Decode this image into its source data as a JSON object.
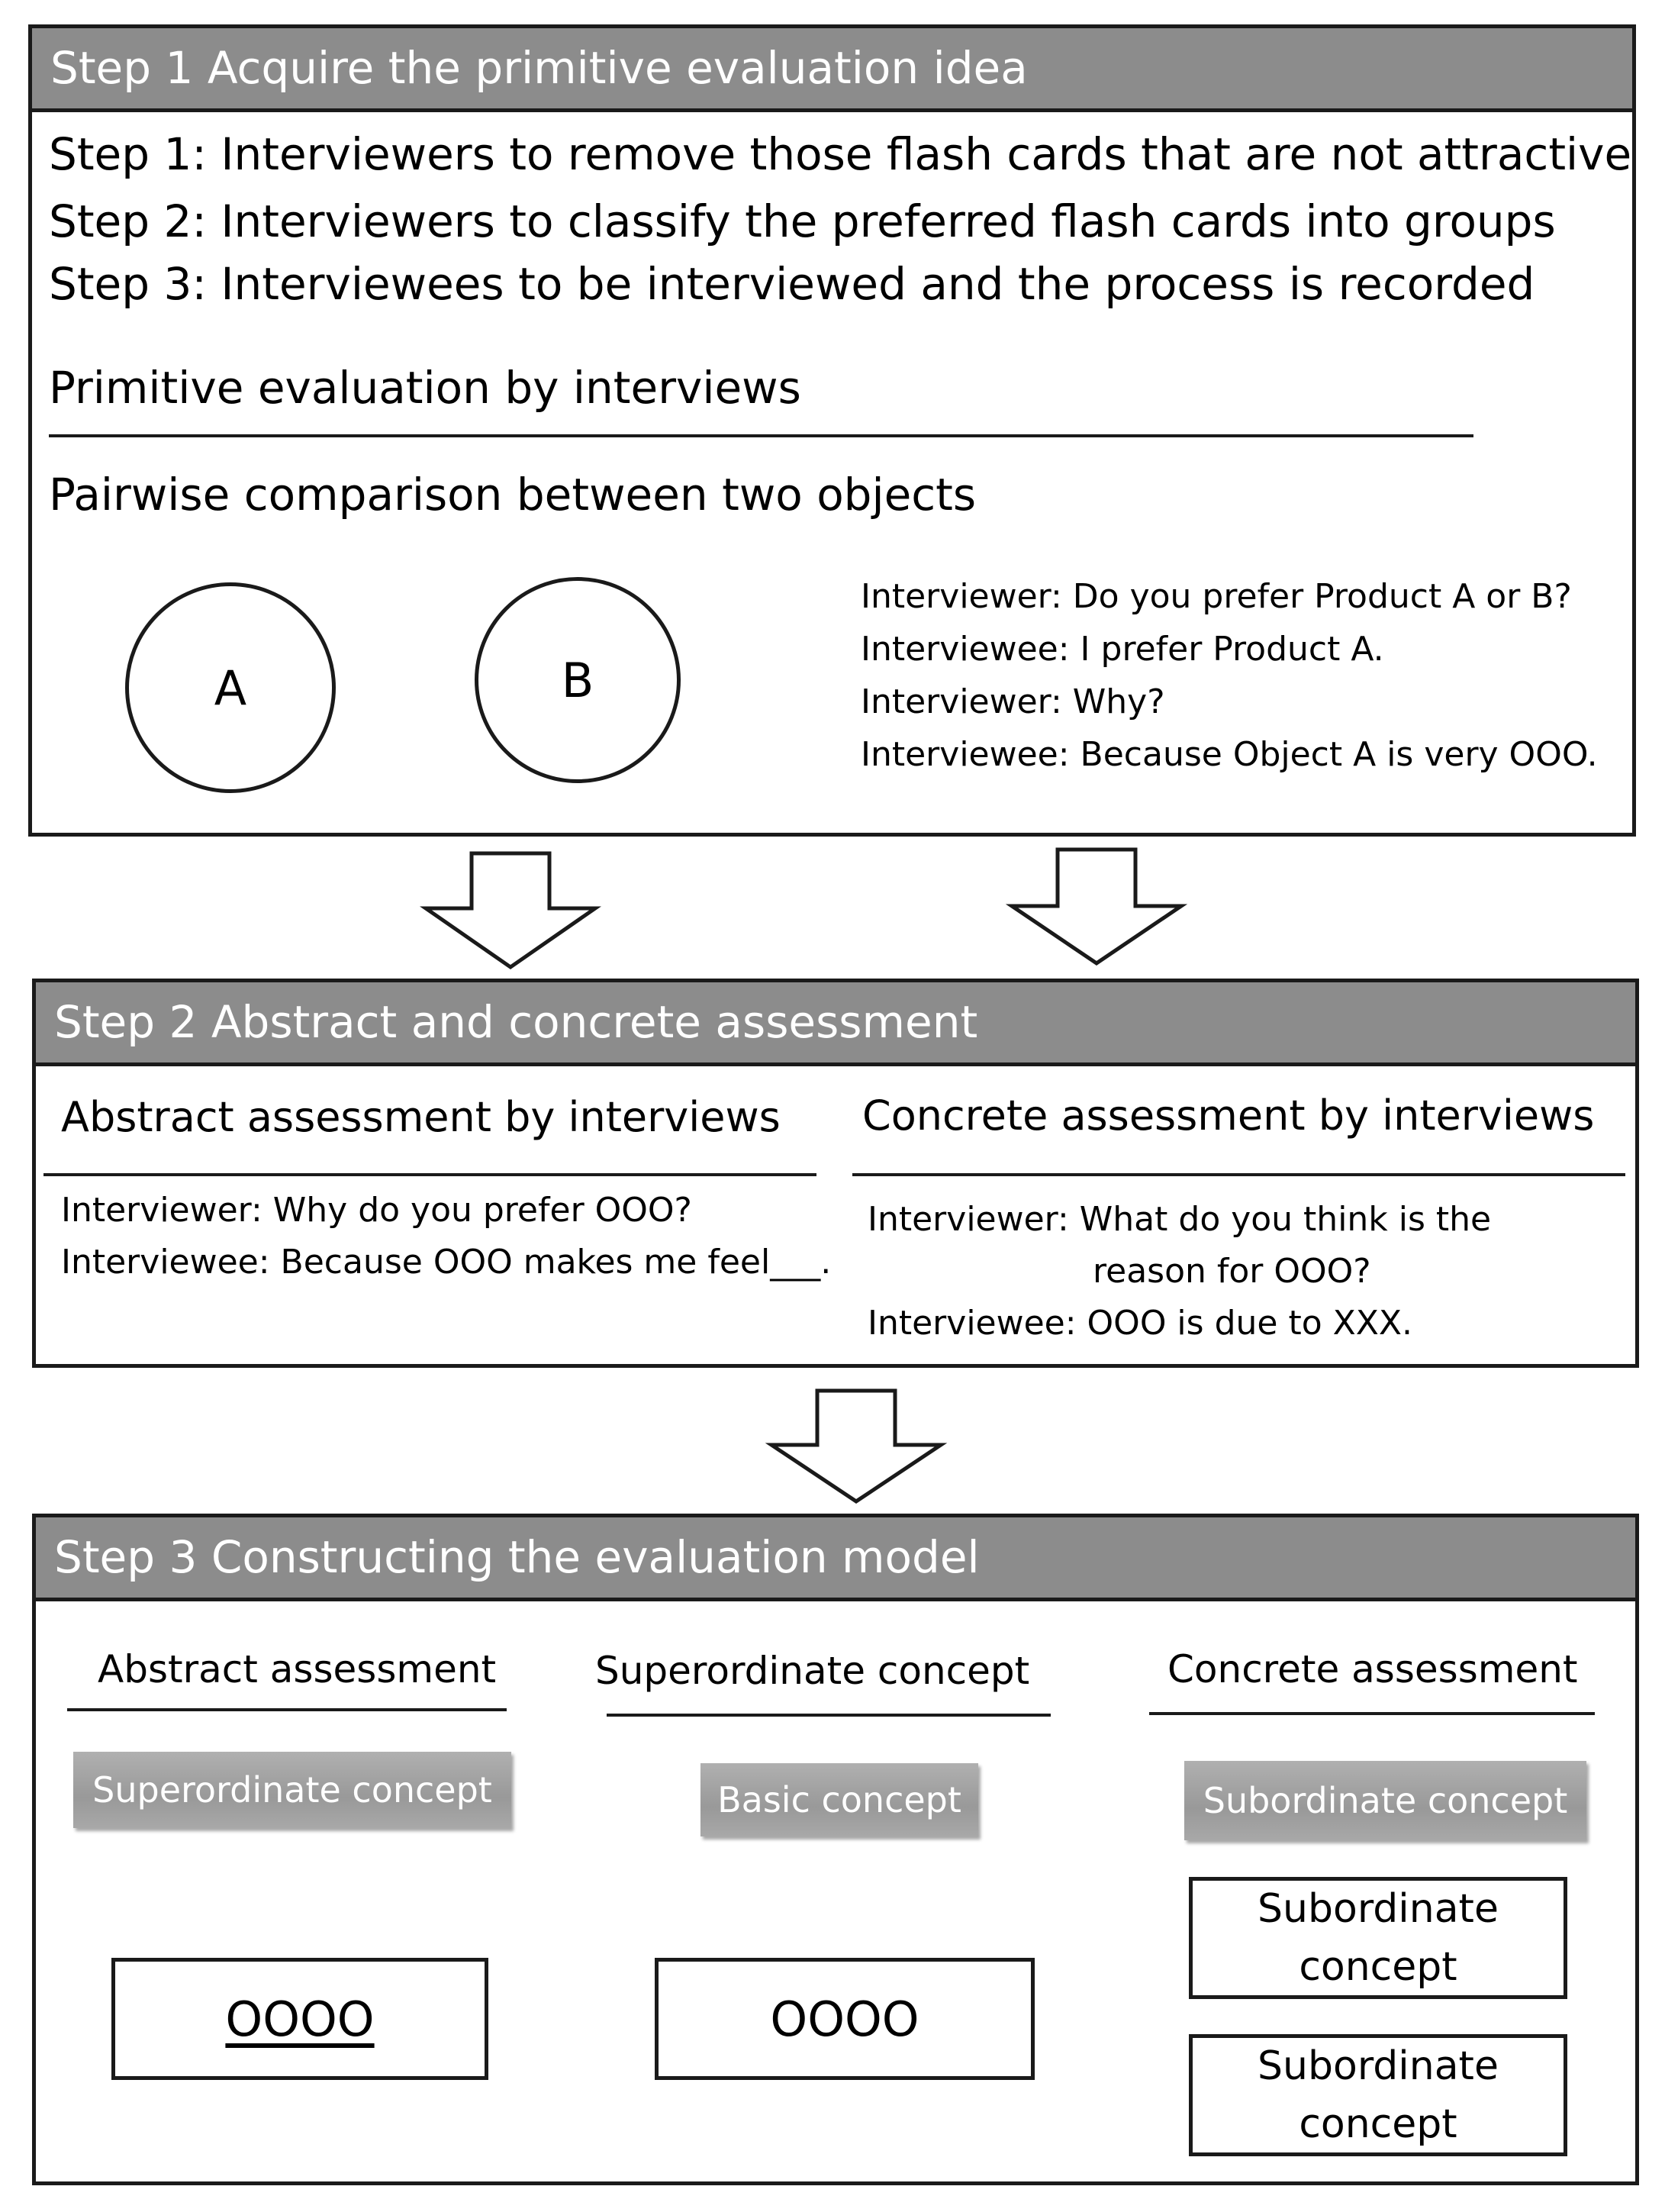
{
  "step1": {
    "header": "Step 1  Acquire the primitive evaluation idea",
    "lines": [
      "Step 1: Interviewers to remove those flash cards that are not attractive",
      "Step 2: Interviewers to classify the preferred flash cards into groups",
      "Step 3: Interviewees to be interviewed and the process is recorded"
    ],
    "primitive_heading": "Primitive evaluation by interviews",
    "pairwise_heading": "Pairwise comparison between two objects",
    "object_a": "A",
    "object_b": "B",
    "dialogue": [
      "Interviewer: Do you prefer Product A or B?",
      "Interviewee: I prefer Product A.",
      "Interviewer: Why?",
      "Interviewee: Because Object A is very OOO."
    ]
  },
  "step2": {
    "header": "Step 2  Abstract and concrete assessment",
    "abstract_heading": "Abstract assessment by interviews",
    "abstract_dialogue": [
      "Interviewer: Why do you prefer OOO?",
      "Interviewee: Because OOO makes me feel___."
    ],
    "concrete_heading": "Concrete assessment by interviews",
    "concrete_dialogue": [
      "Interviewer: What do you think is the",
      "reason for OOO?",
      "Interviewee: OOO is due to XXX."
    ]
  },
  "step3": {
    "header": "Step 3  Constructing the evaluation model",
    "columns": [
      {
        "heading": "Abstract assessment",
        "chip": "Superordinate concept"
      },
      {
        "heading": "Superordinate concept",
        "chip": "Basic concept"
      },
      {
        "heading": "Concrete assessment",
        "chip": "Subordinate concept"
      }
    ],
    "node_left": "OOOO",
    "node_mid": "OOOO",
    "sub_nodes": [
      {
        "line1": "Subordinate",
        "line2": "concept"
      },
      {
        "line1": "Subordinate",
        "line2": "concept"
      }
    ]
  }
}
